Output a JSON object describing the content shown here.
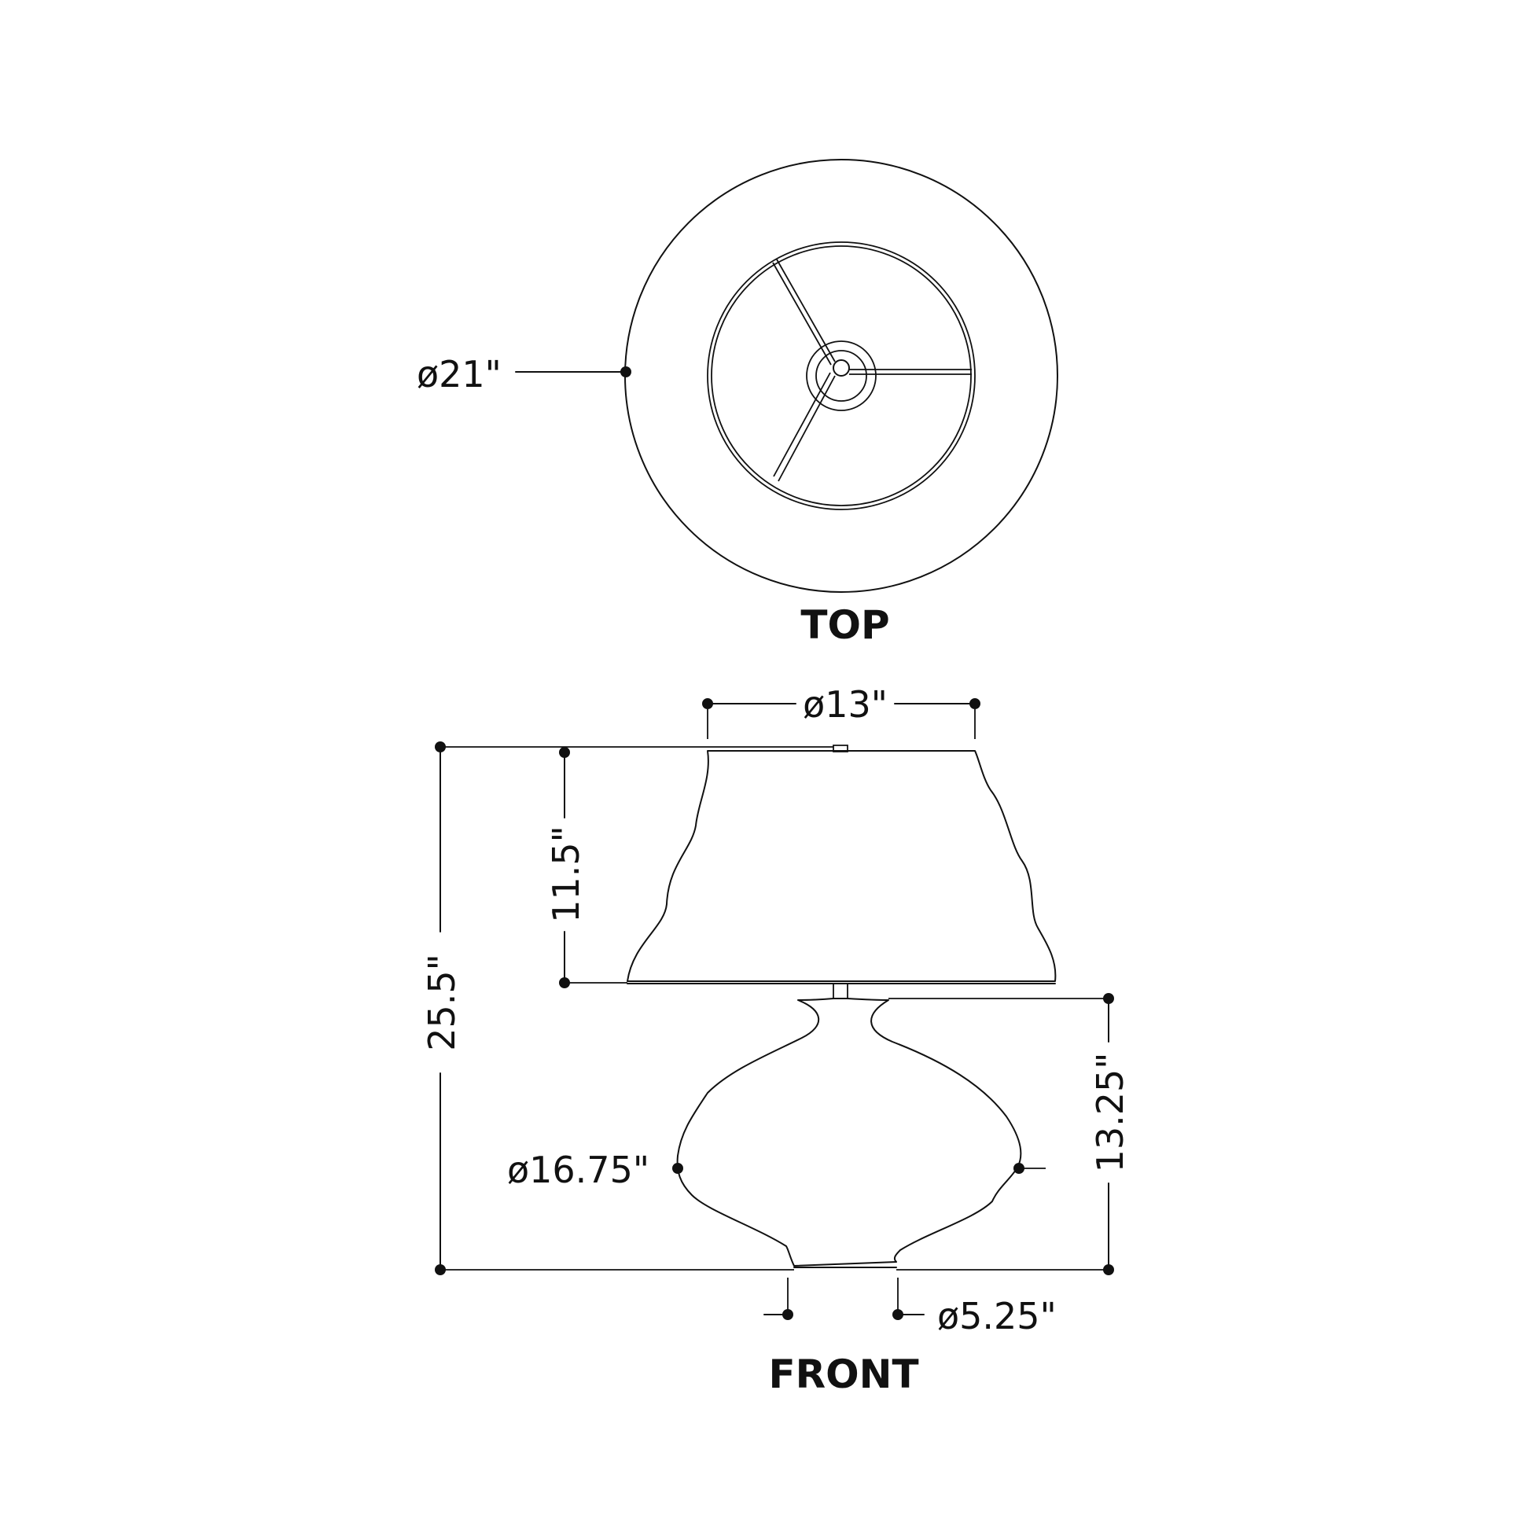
{
  "views": {
    "top_label": "TOP",
    "front_label": "FRONT"
  },
  "dimensions": {
    "shade_outer_diameter": "ø21\"",
    "shade_top_diameter": "ø13\"",
    "shade_height": "11.5\"",
    "overall_height": "25.5\"",
    "base_height": "13.25\"",
    "base_max_diameter": "ø16.75\"",
    "foot_diameter": "ø5.25\""
  }
}
